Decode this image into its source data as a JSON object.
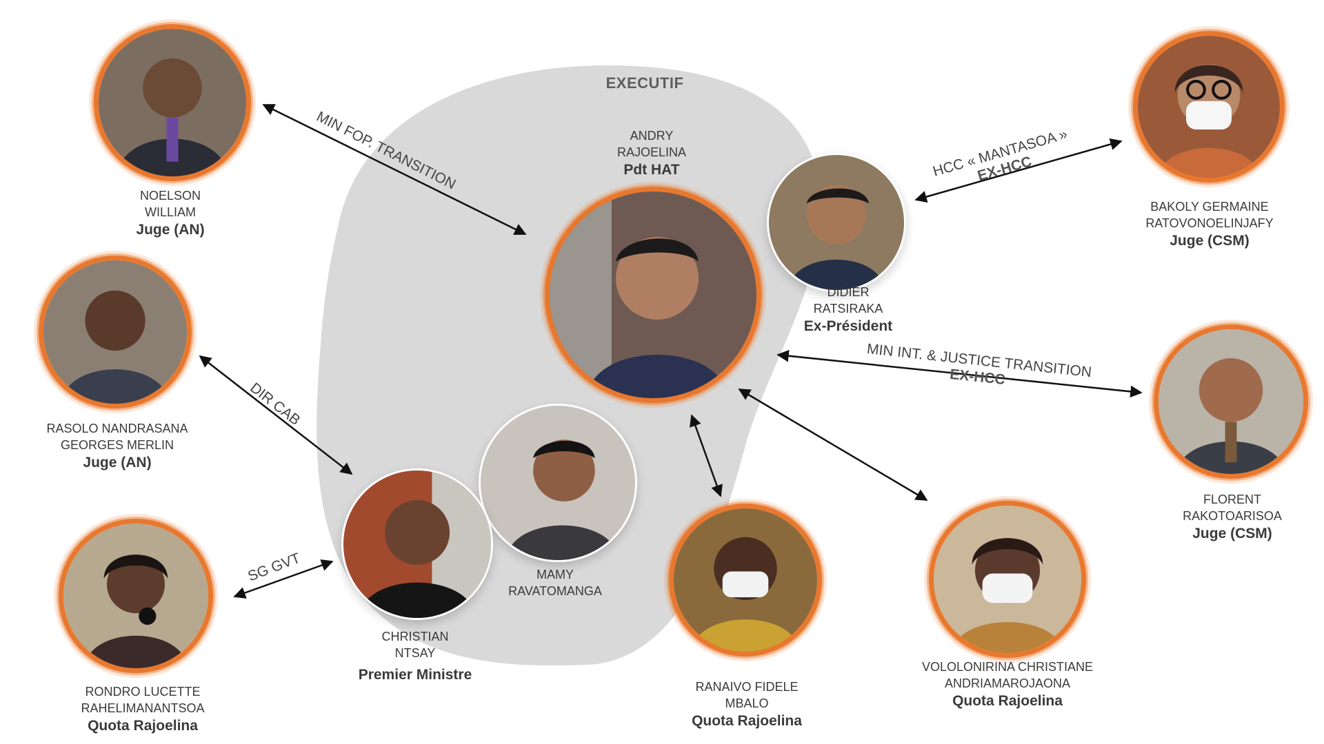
{
  "zone": {
    "title": "EXECUTIF"
  },
  "colors": {
    "accent": "#e8782e",
    "zone_fill": "#d9d9d9",
    "arrow": "#111111"
  },
  "people": {
    "andry": {
      "line1": "ANDRY",
      "line2": "RAJOELINA",
      "role": "Pdt HAT"
    },
    "didier": {
      "line1": "DIDIER",
      "line2": "RATSIRAKA",
      "role": "Ex-Président"
    },
    "noelson": {
      "line1": "NOELSON",
      "line2": "WILLIAM",
      "role": "Juge (AN)"
    },
    "rasolo": {
      "line1": "RASOLO NANDRASANA",
      "line2": "GEORGES MERLIN",
      "role": "Juge (AN)"
    },
    "rondro": {
      "line1": "RONDRO LUCETTE",
      "line2": "RAHELIMANANTSOA",
      "role": "Quota Rajoelina"
    },
    "christian": {
      "line1": "CHRISTIAN",
      "line2": "NTSAY",
      "role": "Premier Ministre"
    },
    "mamy": {
      "line1": "MAMY",
      "line2": "RAVATOMANGA"
    },
    "ranaivo": {
      "line1": "RANAIVO FIDELE",
      "line2": "MBALO",
      "role": "Quota Rajoelina"
    },
    "vololo": {
      "line1": "VOLOLONIRINA CHRISTIANE",
      "line2": "ANDRIAMAROJAONA",
      "role": "Quota Rajoelina"
    },
    "bakoly": {
      "line1": "BAKOLY GERMAINE",
      "line2": "RATOVONOELINJAFY",
      "role": "Juge (CSM)"
    },
    "florent": {
      "line1": "FLORENT",
      "line2": "RAKOTOARISOA",
      "role": "Juge (CSM)"
    }
  },
  "edges": {
    "min_fop": {
      "label": "MIN FOP. TRANSITION"
    },
    "hcc": {
      "label": "HCC « MANTASOA »",
      "sub": "EX-HCC"
    },
    "min_int": {
      "label": "MIN INT. & JUSTICE TRANSITION",
      "sub": "EX-HCC"
    },
    "dir_cab": {
      "label": "DIR CAB"
    },
    "sg_gvt": {
      "label": "SG GVT"
    }
  }
}
